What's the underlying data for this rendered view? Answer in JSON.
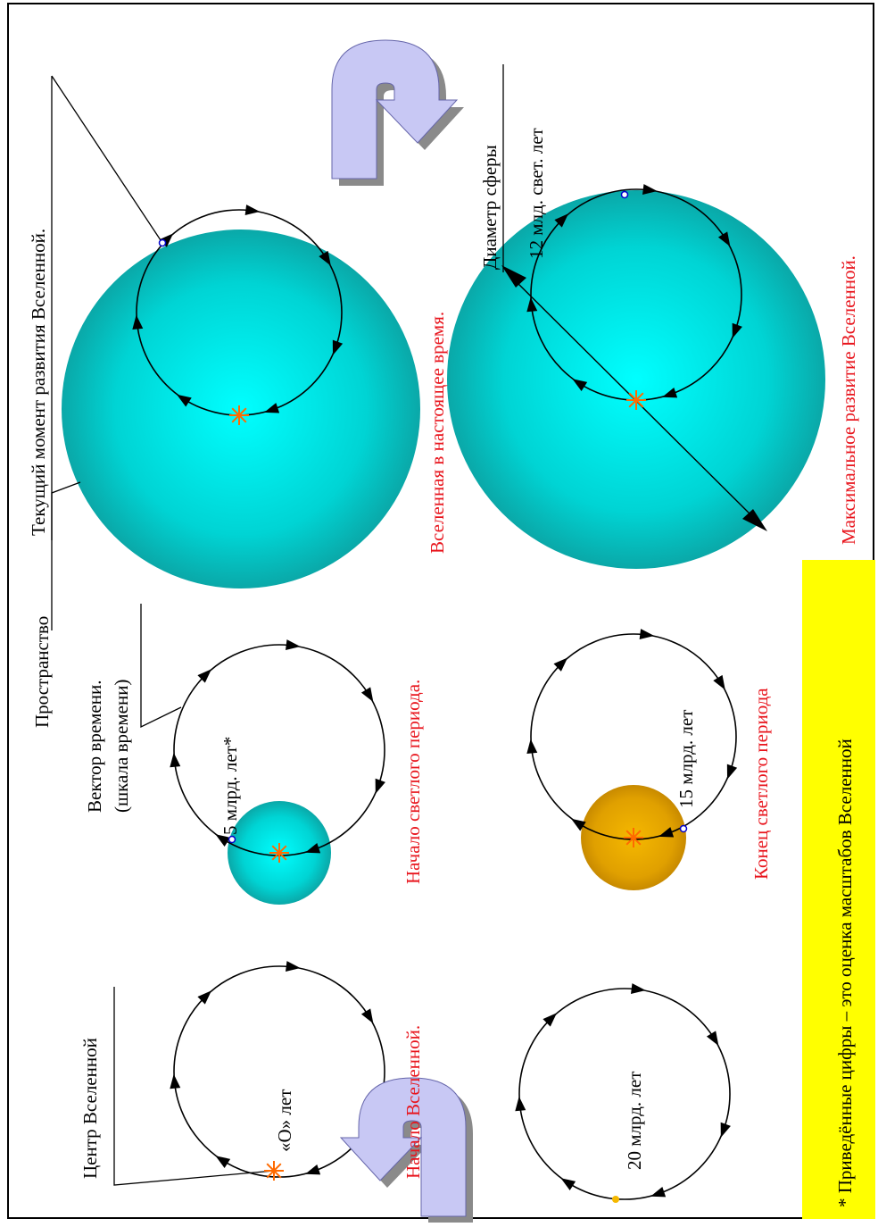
{
  "labels": {
    "center_universe": "Центр Вселенной",
    "space": "Пространство",
    "current_moment": "Текущий момент развития Вселенной.",
    "time_vector_line1": "Вектор времени.",
    "time_vector_line2": "(шкала времени)",
    "sphere_diameter": "Диаметр сферы",
    "sphere_diameter_value": "12  млд. свет. лет",
    "age_zero": "«О» лет",
    "age_5": "5 млрд. лет*",
    "age_15": "15 млрд. лет",
    "age_20": "20 млрд. лет"
  },
  "captions": {
    "universe_start": "Начало Вселенной.",
    "light_period_start": "Начало светлого периода.",
    "universe_now": "Вселенная в  настоящее время.",
    "light_period_end": "Конец светлого периода",
    "max_development": "Максимальное развитие  Вселенной."
  },
  "footnote": "* Приведённые цифры – это оценка масштабов Вселенной",
  "colors": {
    "sphere_cyan_center": "#00ffff",
    "sphere_cyan_edge": "#0aa8a8",
    "sphere_gold_center": "#f5b800",
    "sphere_gold_edge": "#c88a00",
    "caption_red": "#e8141c",
    "footnote_bg": "#ffff00",
    "arrow_fill": "#c8c8f4",
    "arrow_shadow": "#8a8a8a",
    "star_orange": "#ff6a00"
  },
  "icons": [
    "time-arrow-icon",
    "big-bang-star-icon",
    "direction-arrow-icon"
  ]
}
